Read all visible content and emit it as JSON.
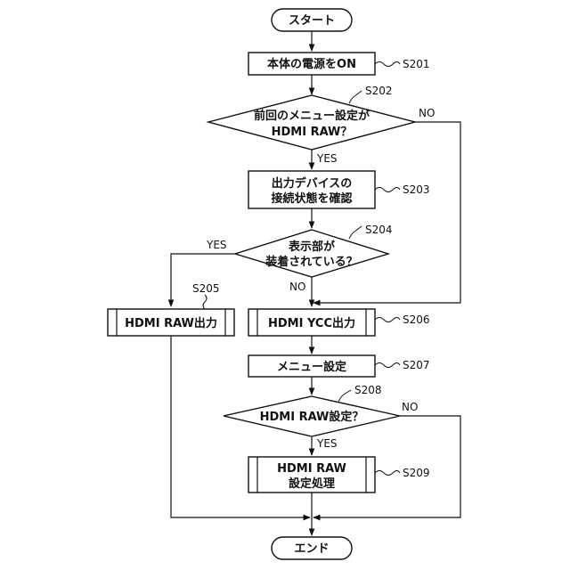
{
  "nodes": {
    "start": "スタート",
    "power_on": "本体の電源をON",
    "decision_menu_line1": "前回のメニュー設定が",
    "decision_menu_line2": "HDMI RAW？",
    "check_connection_line1": "出力デバイスの",
    "check_connection_line2": "接続状態を確認",
    "decision_display_line1": "表示部が",
    "decision_display_line2": "装着されている？",
    "hdmi_raw_output": "HDMI RAW出力",
    "hdmi_ycc_output": "HDMI YCC出力",
    "menu_setting": "メニュー設定",
    "decision_raw_setting": "HDMI RAW設定？",
    "raw_setting_process_line1": "HDMI RAW",
    "raw_setting_process_line2": "設定処理",
    "end": "エンド"
  },
  "steps": {
    "s201": "S201",
    "s202": "S202",
    "s203": "S203",
    "s204": "S204",
    "s205": "S205",
    "s206": "S206",
    "s207": "S207",
    "s208": "S208",
    "s209": "S209"
  },
  "branches": {
    "menu_no": "NO",
    "menu_yes": "YES",
    "display_yes": "YES",
    "display_no": "NO",
    "raw_no": "NO",
    "raw_yes": "YES"
  }
}
